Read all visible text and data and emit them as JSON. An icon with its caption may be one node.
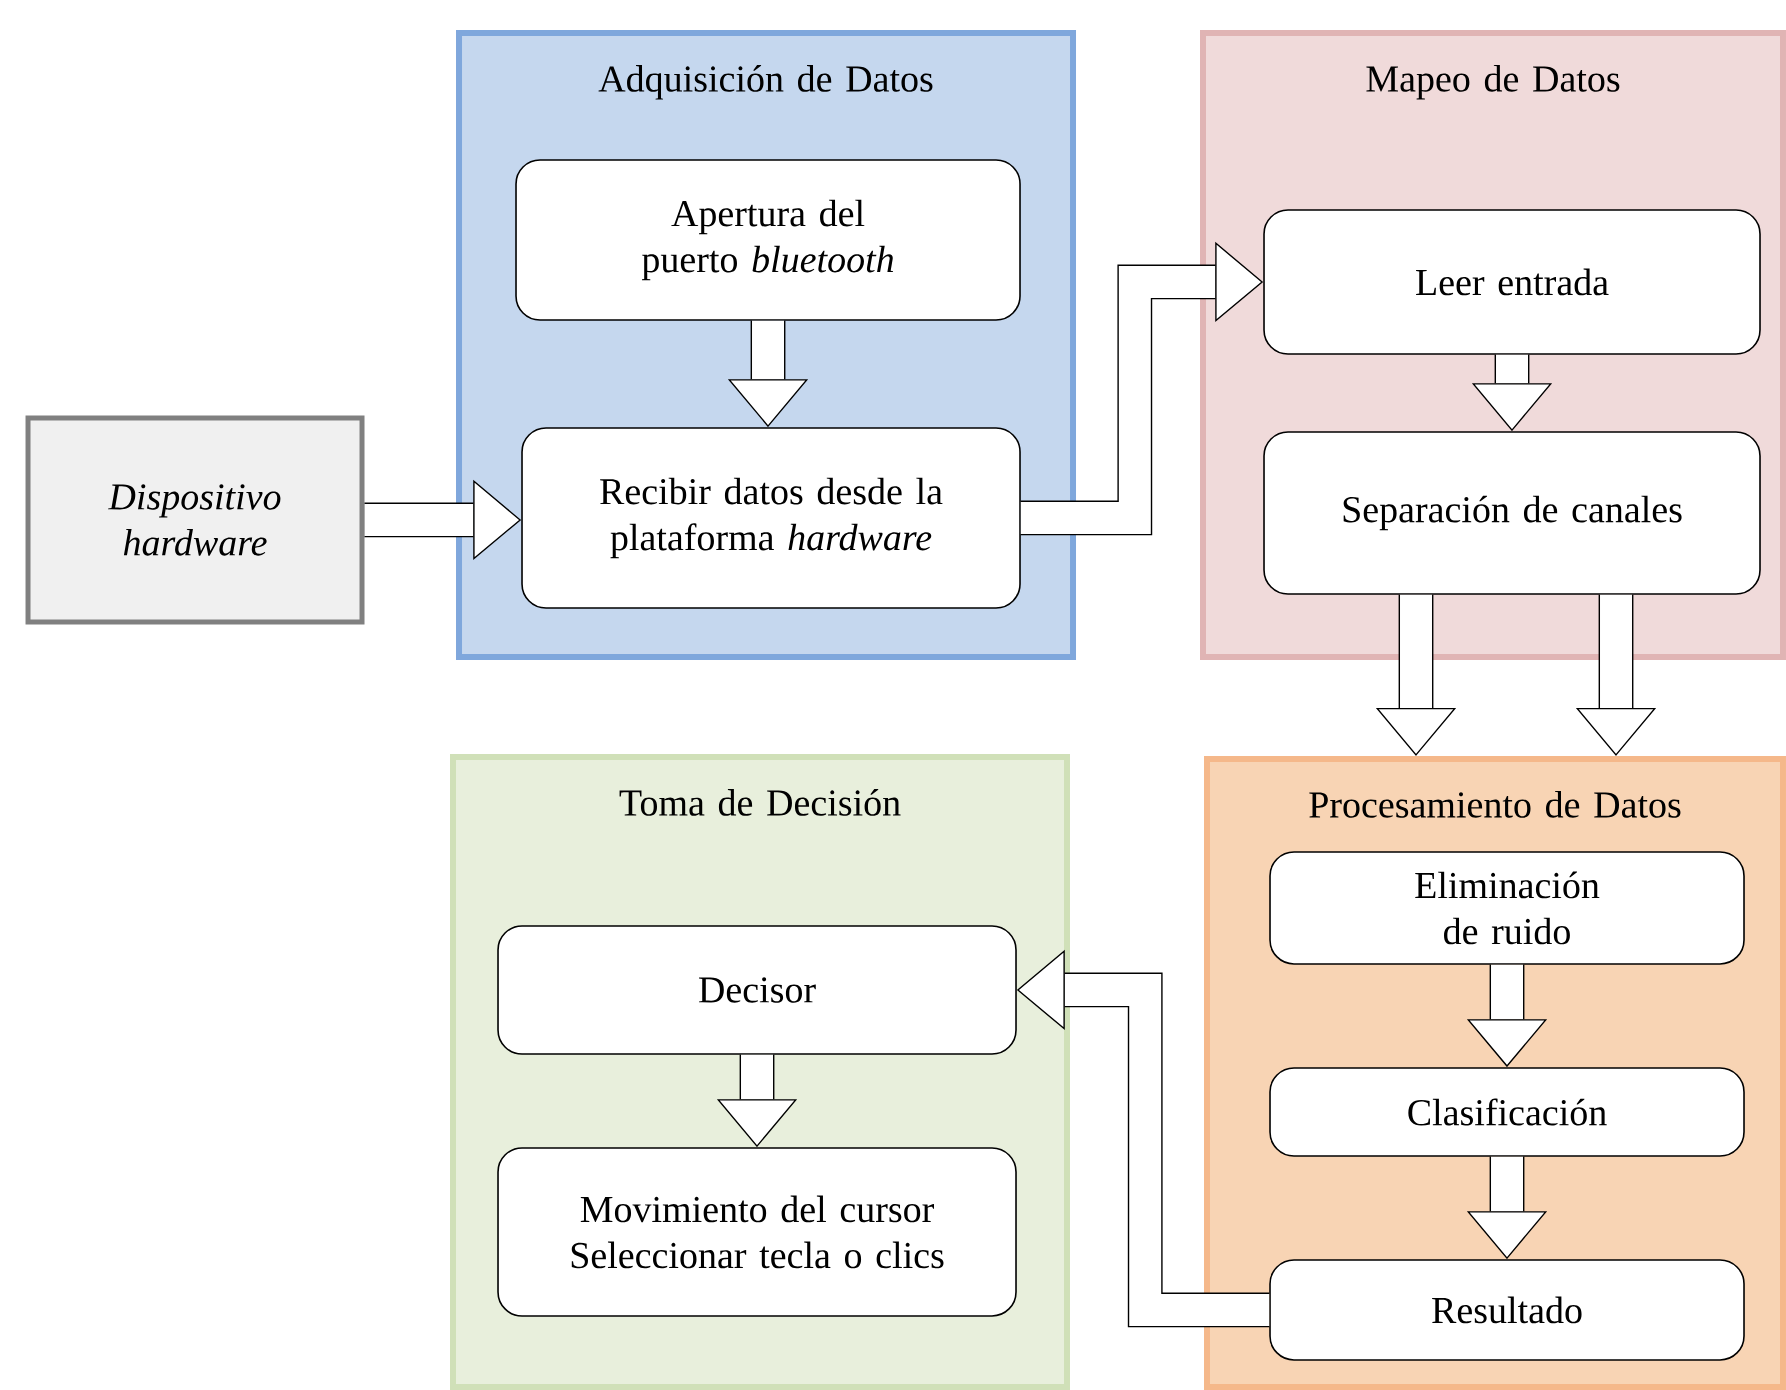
{
  "diagram": {
    "nodes": [
      {
        "text": [
          "Dispositivo hardware"
        ]
      },
      {
        "text": [
          "Adquisición de Datos"
        ]
      },
      {
        "text": [
          "Apertura del puerto *bluetooth*"
        ],
        "in": 1
      },
      {
        "text": [
          "Recibir datos desde la plataforma *hardware*"
        ],
        "in": 1
      },
      {
        "text": [
          "Mapeo de Datos"
        ]
      },
      {
        "text": [
          "Leer entrada"
        ],
        "in": 4
      },
      {
        "text": [
          "Separación de canales"
        ],
        "in": 4
      },
      {
        "text": [
          "Procesamiento de Datos"
        ]
      },
      {
        "text": [
          "Eliminación de ruido"
        ],
        "in": 7
      },
      {
        "text": [
          "Clasificación"
        ],
        "in": 7
      },
      {
        "text": [
          "Resultado"
        ],
        "in": 7
      },
      {
        "text": [
          "Toma de Decisión"
        ]
      },
      {
        "text": [
          "Decisor"
        ],
        "in": 11
      },
      {
        "text": [
          "Movimiento del cursor",
          "Seleccionar tecla o clics"
        ],
        "in": 11
      }
    ],
    "edges": [
      {
        "from": 0,
        "to": 3,
        "arrow": "to"
      },
      {
        "from": 2,
        "to": 3,
        "arrow": "to"
      },
      {
        "from": 3,
        "to": 5,
        "arrow": "to"
      },
      {
        "from": 5,
        "to": 6,
        "arrow": "to"
      },
      {
        "from": 6,
        "to": 7,
        "arrow": "to"
      },
      {
        "from": 6,
        "to": 7,
        "arrow": "to"
      },
      {
        "from": 8,
        "to": 9,
        "arrow": "to"
      },
      {
        "from": 9,
        "to": 10,
        "arrow": "to"
      },
      {
        "from": 10,
        "to": 12,
        "arrow": "to"
      },
      {
        "from": 12,
        "to": 13,
        "arrow": "to"
      }
    ]
  }
}
